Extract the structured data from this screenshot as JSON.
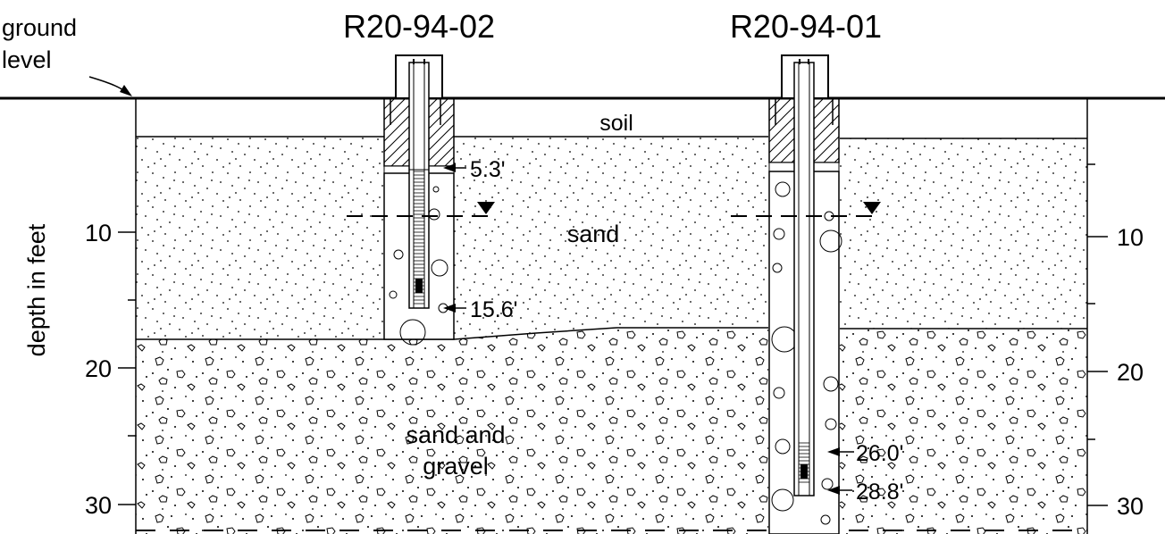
{
  "labels": {
    "ground": "ground",
    "level": "level",
    "soil": "soil",
    "sand": "sand",
    "sand_gravel_1": "sand and",
    "sand_gravel_2": "gravel",
    "axis": "depth in feet"
  },
  "wells": [
    {
      "id": "R20-94-02",
      "screen_top": "5.3'",
      "bottom": "15.6'"
    },
    {
      "id": "R20-94-01",
      "screen_top": "26.0'",
      "bottom": "28.8'"
    }
  ],
  "axis_ticks": {
    "left": [
      "10",
      "20",
      "30"
    ],
    "right": [
      "10",
      "20",
      "30"
    ]
  },
  "colors": {
    "line": "#000000",
    "background": "#ffffff"
  }
}
